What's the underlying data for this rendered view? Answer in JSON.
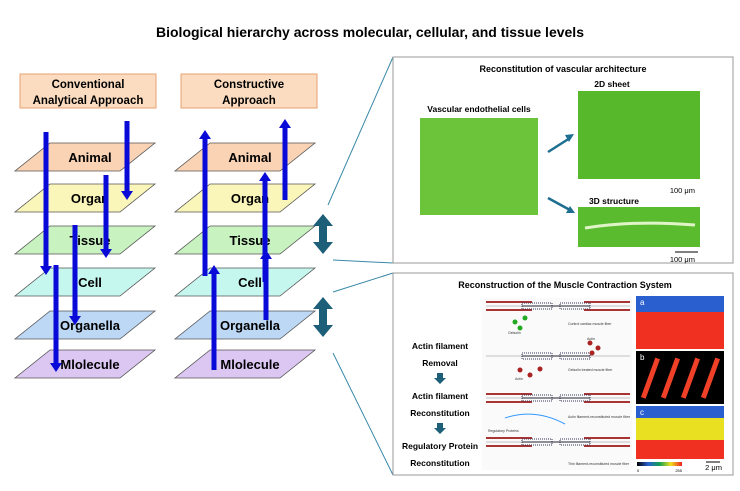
{
  "title": "Biological hierarchy across molecular, cellular, and tissue levels",
  "left_header": [
    "Conventional",
    "Analytical Approach"
  ],
  "right_header": [
    "Constructive",
    "Approach"
  ],
  "levels": [
    "Animal",
    "Organ",
    "Tissue",
    "Cell",
    "Organella",
    "Mlolecule"
  ],
  "level_colors": [
    "#f9d3b4",
    "#faf5b9",
    "#c8f2c0",
    "#c5f7ef",
    "#bcd8f5",
    "#dcc6f2"
  ],
  "arrow_color": "#0a0ad8",
  "link_arrow_color": "#1d5e78",
  "vascular": {
    "title": "Reconstitution of vascular architecture",
    "cells_label": "Vascular endothelial cells",
    "sheet_label": "2D sheet",
    "structure_label": "3D structure",
    "scale1": "100 μm",
    "scale2": "100 μm"
  },
  "muscle": {
    "title": "Reconstruction of the Muscle Contraction System",
    "steps": [
      "Actin filament",
      "Removal",
      "Actin filament",
      "Reconstitution",
      "Regulatory Protein",
      "Reconstitution"
    ],
    "schematic_labels": [
      "Gelsolin",
      "Actin",
      "Control cardiac muscle fiber",
      "Actin",
      "Gelsolin treated muscle fiber",
      "Regulatory Proteins",
      "Actin filament-reconstituted muscle fiber",
      "Thin filament-reconstituted muscle fiber"
    ],
    "panels": [
      "a",
      "b",
      "c"
    ],
    "colorbar_min": "0",
    "colorbar_max": "255",
    "scale": "2 μm"
  }
}
